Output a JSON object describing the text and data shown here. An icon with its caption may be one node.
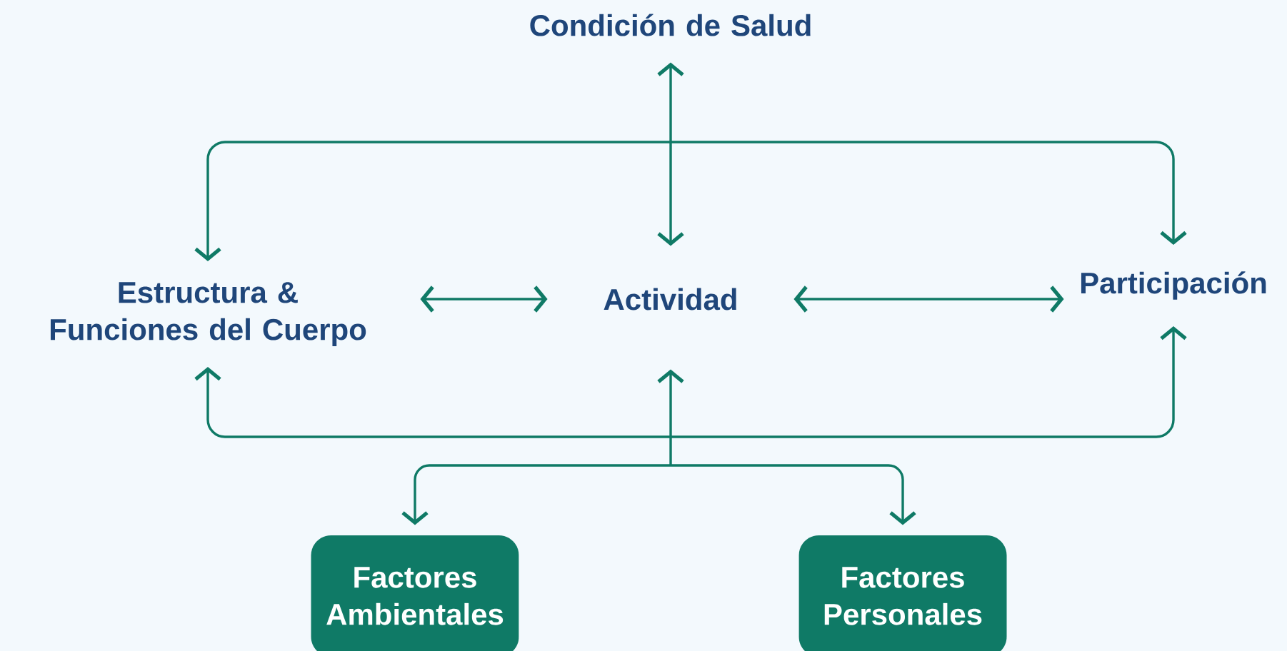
{
  "diagram": {
    "nodes": [
      {
        "text": [
          "Condición de Salud"
        ]
      },
      {
        "text": [
          "Estructura & Funciones del Cuerpo"
        ]
      },
      {
        "text": [
          "Actividad"
        ]
      },
      {
        "text": [
          "Participación"
        ]
      },
      {
        "text": [
          "Factores Ambientales"
        ]
      },
      {
        "text": [
          "Factores Personales"
        ]
      }
    ],
    "edges": [
      {
        "from": 0,
        "to": 2,
        "arrow": "both"
      },
      {
        "from": 1,
        "to": 3,
        "arrow": "both"
      },
      {
        "from": 1,
        "to": 2,
        "arrow": "both"
      },
      {
        "from": 2,
        "to": 3,
        "arrow": "both"
      },
      {
        "from": 1,
        "to": 3,
        "arrow": "both"
      },
      {
        "from": 2,
        "to": 4,
        "arrow": "both"
      },
      {
        "from": 2,
        "to": 5,
        "arrow": "both"
      }
    ]
  }
}
